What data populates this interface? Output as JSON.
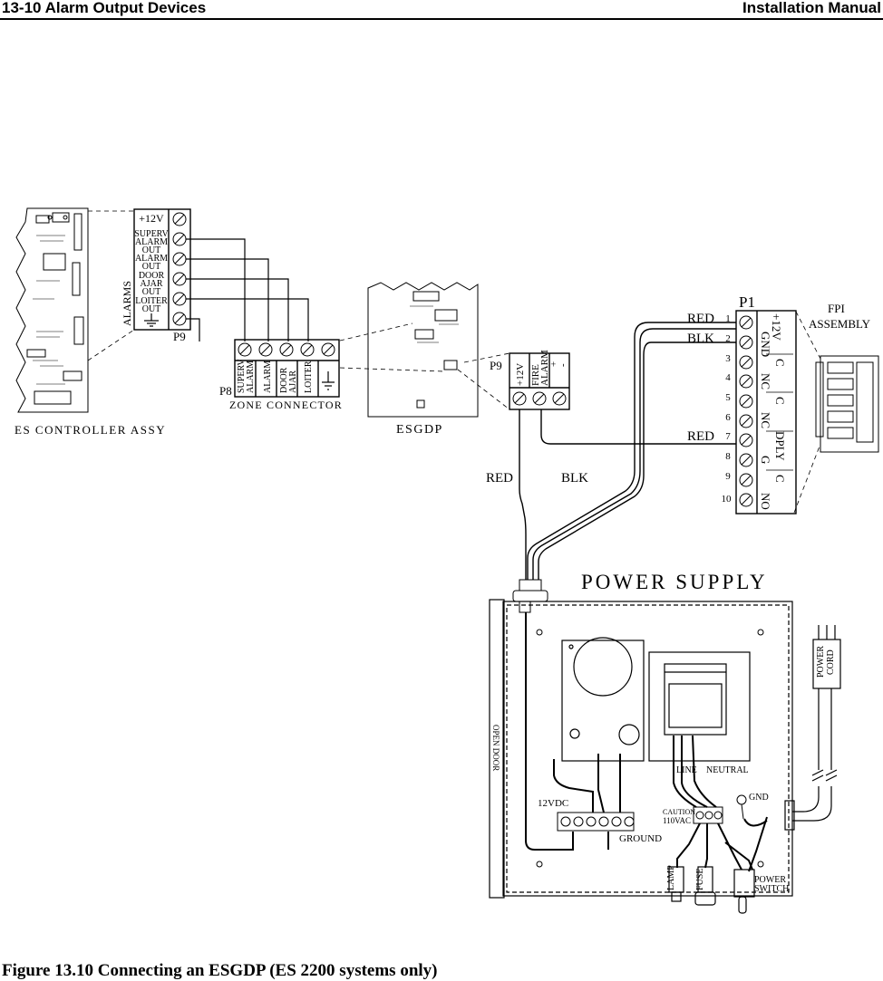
{
  "header": {
    "left": "13-10 Alarm Output Devices",
    "right": "Installation Manual"
  },
  "caption": "Figure 13.10 Connecting an ESGDP (ES 2200 systems only)",
  "controller": {
    "title": "ES CONTROLLER ASSY",
    "alarms_label": "ALARMS",
    "p9_label": "P9",
    "terminals": [
      "+12V",
      "SUPERV",
      "ALARM",
      "OUT",
      "ALARM",
      "OUT",
      "DOOR",
      "AJAR",
      "OUT",
      "LOITER",
      "OUT"
    ]
  },
  "zone_connector": {
    "title": "ZONE CONNECTOR",
    "p8_label": "P8",
    "terminals": [
      "SUPERV",
      "ALARM",
      "ALARM",
      "DOOR",
      "AJAR",
      "LOITER"
    ]
  },
  "esgdp": {
    "title": "ESGDP",
    "p9_label": "P9",
    "terminals": [
      "+12V",
      "FIRE",
      "ALARM",
      "+",
      "-"
    ]
  },
  "p1": {
    "label": "P1",
    "pins": [
      "1",
      "2",
      "3",
      "4",
      "5",
      "6",
      "7",
      "8",
      "9",
      "10"
    ],
    "functions": [
      "+12V",
      "GND",
      "C",
      "NC",
      "C",
      "NC",
      "DPLY",
      "G",
      "C",
      "NO"
    ]
  },
  "fpi": {
    "line1": "FPI",
    "line2": "ASSEMBLY"
  },
  "wires": {
    "red": "RED",
    "blk": "BLK"
  },
  "power_supply": {
    "title": "POWER SUPPLY",
    "open_door": "OPEN DOOR",
    "line": "LINE",
    "neutral": "NEUTRAL",
    "v12dc": "12VDC",
    "ground": "GROUND",
    "caution": "CAUTION",
    "vac": "110VAC",
    "gnd": "GND",
    "lamp": "LAMP",
    "fuse": "FUSE",
    "switch1": "POWER",
    "switch2": "SWITCH",
    "cord1": "POWER",
    "cord2": "CORD"
  }
}
